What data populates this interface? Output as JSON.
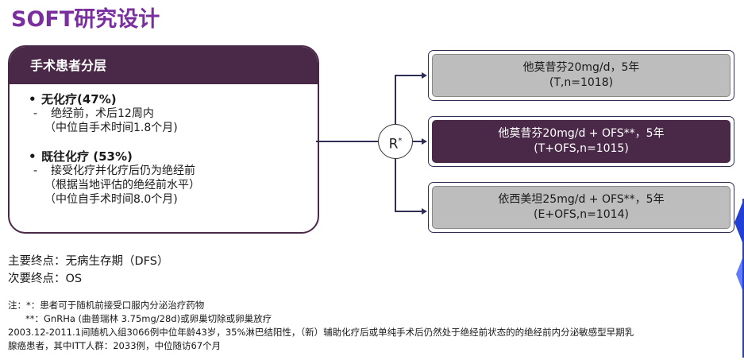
{
  "title": "SOFT研究设计",
  "stratification": {
    "header": "手术患者分层",
    "groups": [
      {
        "title": "无化疗(47%)",
        "details": [
          "绝经前，术后12周内",
          "（中位自手术时间1.8个月)"
        ]
      },
      {
        "title": "既往化疗 (53%)",
        "details": [
          "接受化疗并化疗后仍为绝经前",
          "（根据当地评估的绝经前水平）",
          "（中位自手术时间8.0个月)"
        ]
      }
    ]
  },
  "randomization": {
    "label": "R",
    "sup": "*"
  },
  "arms": [
    {
      "line1": "他莫昔芬20mg/d，5年",
      "line2": "(T,n=1018)"
    },
    {
      "line1": "他莫昔芬20mg/d + OFS**，5年",
      "line2": "(T+OFS,n=1015)"
    },
    {
      "line1": "依西美坦25mg/d + OFS**，5年",
      "line2": "(E+OFS,n=1014)"
    }
  ],
  "endpoints": {
    "primary": "主要终点：无病生存期（DFS）",
    "secondary": "次要终点：OS"
  },
  "notes": {
    "n1": "注：*：患者可于随机前接受口服内分泌治疗药物",
    "n2": "**：GnRHa (曲普瑞林 3.75mg/28d)或卵巢切除或卵巢放疗",
    "n3": "2003.12-2011.1间随机入组3066例中位年龄43岁，35%淋巴结阳性，（新）辅助化疗后或单纯手术后仍然处于绝经前状态的的绝经前内分泌敏感型早期乳",
    "n4": "腺癌患者，其中ITT人群：2033例，中位随访67个月"
  },
  "colors": {
    "title": "#7a2f9e",
    "dark_purple": "#4a2848",
    "arm_gray": "#bdbdbd",
    "deco_blue": "#1f3fd6"
  }
}
